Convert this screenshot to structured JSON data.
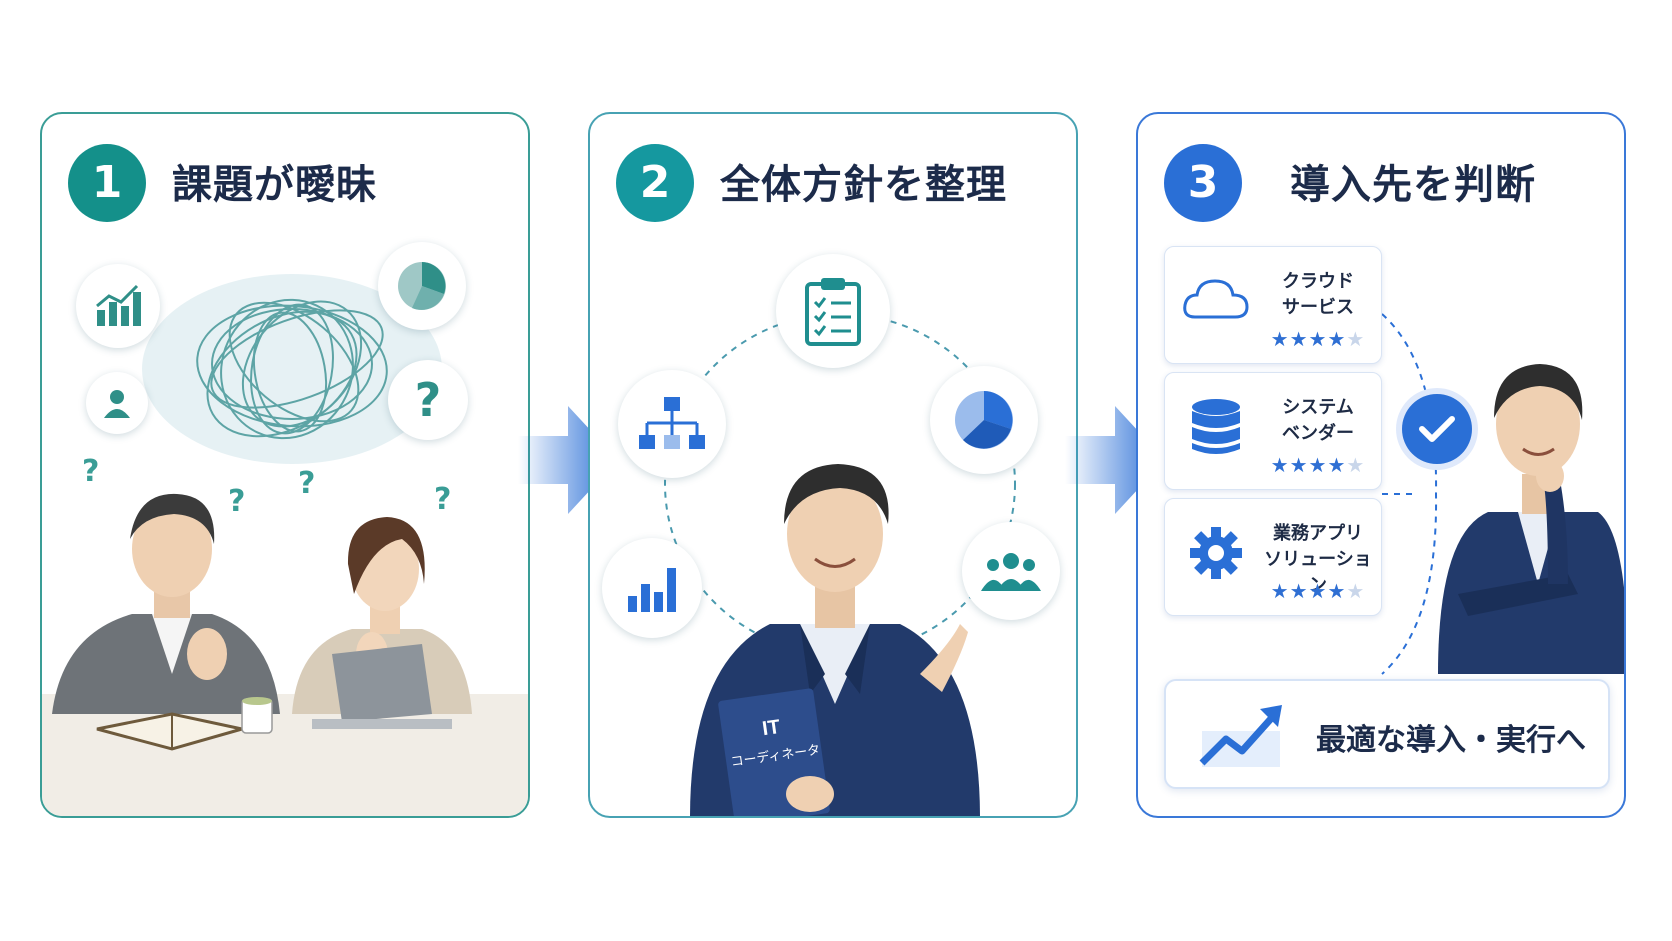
{
  "steps": [
    {
      "number": "1",
      "title": "課題が曖昧",
      "color": "#14908a"
    },
    {
      "number": "2",
      "title": "全体方針を整理",
      "color": "#15989f"
    },
    {
      "number": "3",
      "title": "導入先を判断",
      "color": "#2a6fd6"
    }
  ],
  "step1": {
    "question_marks": [
      "?",
      "?",
      "?",
      "?"
    ]
  },
  "step2": {
    "book_title": "IT",
    "book_subtitle": "コーディネータ"
  },
  "step3": {
    "options": [
      {
        "label": "クラウド\nサービス",
        "rating": 4,
        "max": 5,
        "icon": "cloud-icon"
      },
      {
        "label": "システム\nベンダー",
        "rating": 4,
        "max": 5,
        "icon": "database-icon"
      },
      {
        "label": "業務アプリ\nソリューション",
        "rating": 4,
        "max": 5,
        "icon": "gear-icon"
      }
    ],
    "result": "最適な導入・実行へ"
  },
  "colors": {
    "teal": "#3a9d96",
    "blue": "#2a6fd6",
    "navy": "#1c2b4a",
    "suit": "#223a6b"
  }
}
